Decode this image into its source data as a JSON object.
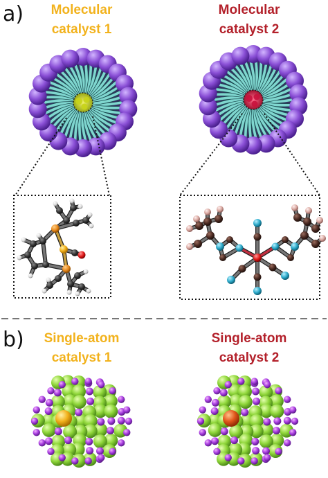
{
  "panel_a": {
    "label": "a)",
    "catalyst1": {
      "line1": "Molecular",
      "line2": "catalyst 1"
    },
    "catalyst2": {
      "line1": "Molecular",
      "line2": "catalyst 2"
    }
  },
  "panel_b": {
    "label": "b)",
    "catalyst1": {
      "line1": "Single-atom",
      "line2": "catalyst 1"
    },
    "catalyst2": {
      "line1": "Single-atom",
      "line2": "catalyst 2"
    }
  },
  "colors": {
    "catalyst1_text": "#f2b21c",
    "catalyst2_text": "#b3202a",
    "micelle_head": "#8a4fd6",
    "micelle_tail": "#7fd6cf",
    "active_site_1": "#d4dc1e",
    "active_site_2": "#d01a4a",
    "cluster_green": "#8fd63a",
    "cluster_purple": "#9a3fd8",
    "single_atom_1": "#f2b21c",
    "single_atom_2": "#e2571c"
  }
}
